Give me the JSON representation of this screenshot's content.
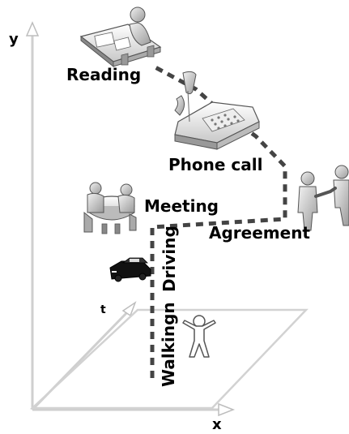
{
  "axes": {
    "y": "y",
    "x": "x",
    "t": "t"
  },
  "labels": {
    "reading": "Reading",
    "phone_call": "Phone call",
    "meeting": "Meeting",
    "agreement": "Agreement",
    "driving": "Driving",
    "walking": "Walkingn"
  },
  "icons": {
    "reading": "person-reading-at-desk-icon",
    "phone": "desk-telephone-icon",
    "meeting": "meeting-at-table-icon",
    "agreement": "handshake-icon",
    "car": "car-icon",
    "person": "standing-person-icon"
  }
}
